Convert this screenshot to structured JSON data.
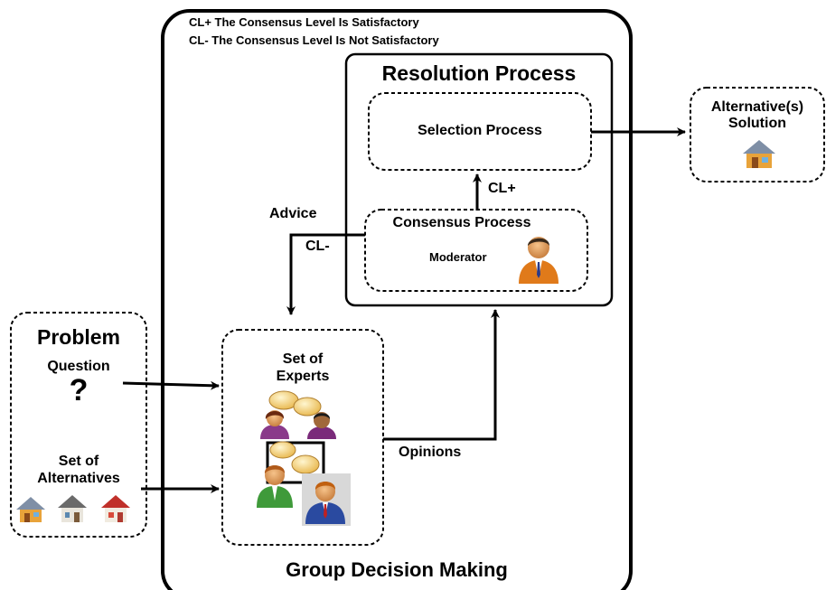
{
  "legend": {
    "cl_plus": "CL+  The Consensus Level Is Satisfactory",
    "cl_minus": "CL-  The Consensus Level Is Not Satisfactory"
  },
  "outer_box": {
    "title": "Group Decision Making"
  },
  "resolution": {
    "title": "Resolution Process",
    "selection": "Selection Process",
    "consensus": "Consensus Process",
    "moderator": "Moderator",
    "cl_plus": "CL+"
  },
  "feedback": {
    "advice": "Advice",
    "cl_minus": "CL-"
  },
  "experts": {
    "line1": "Set of",
    "line2": "Experts",
    "opinions": "Opinions"
  },
  "problem": {
    "title": "Problem",
    "question": "Question",
    "question_mark": "?",
    "alternatives_line1": "Set of",
    "alternatives_line2": "Alternatives"
  },
  "solution": {
    "line1": "Alternative(s)",
    "line2": "Solution"
  },
  "icons": [
    "house-icon",
    "question-icon",
    "expert-person-icon",
    "speech-bubble-icon",
    "moderator-icon"
  ]
}
